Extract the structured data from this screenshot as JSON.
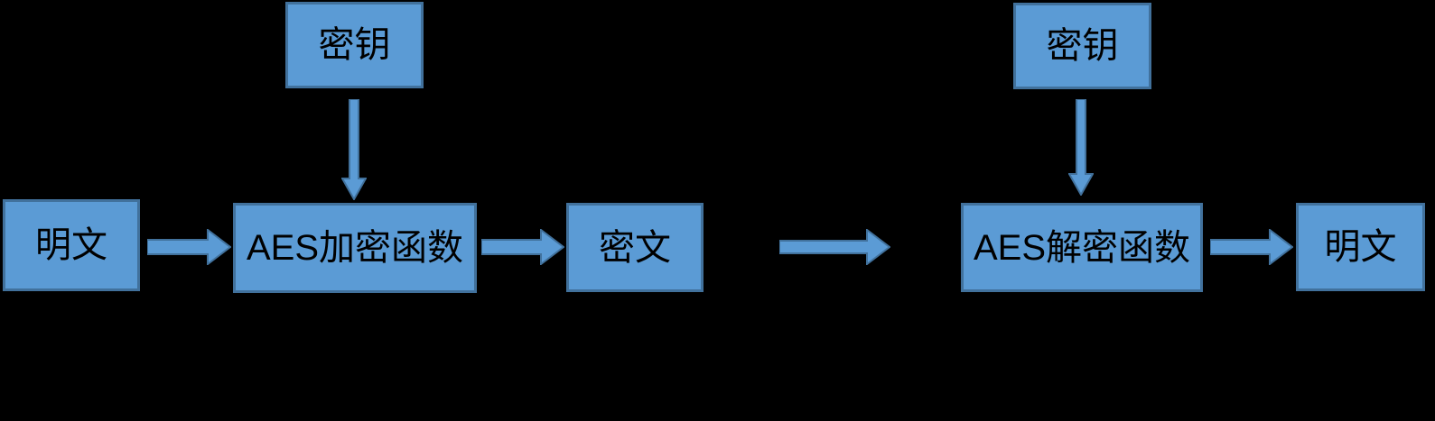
{
  "diagram": {
    "type": "flowchart",
    "description": "AES encryption and decryption data flow",
    "colors": {
      "background": "#000000",
      "node_fill": "#5B9BD5",
      "node_border": "#41719C",
      "arrow_fill": "#5B9BD5",
      "arrow_border": "#41719C",
      "text": "#000000"
    },
    "nodes": [
      {
        "id": "key-left",
        "label": "密钥"
      },
      {
        "id": "plaintext-left",
        "label": "明文"
      },
      {
        "id": "aes-encrypt",
        "label": "AES加密函数"
      },
      {
        "id": "ciphertext",
        "label": "密文"
      },
      {
        "id": "key-right",
        "label": "密钥"
      },
      {
        "id": "aes-decrypt",
        "label": "AES解密函数"
      },
      {
        "id": "plaintext-right",
        "label": "明文"
      }
    ],
    "edges": [
      {
        "from": "key-left",
        "to": "aes-encrypt",
        "direction": "down"
      },
      {
        "from": "plaintext-left",
        "to": "aes-encrypt",
        "direction": "right"
      },
      {
        "from": "aes-encrypt",
        "to": "ciphertext",
        "direction": "right"
      },
      {
        "from": "ciphertext",
        "to": "aes-decrypt",
        "direction": "right"
      },
      {
        "from": "key-right",
        "to": "aes-decrypt",
        "direction": "down"
      },
      {
        "from": "aes-decrypt",
        "to": "plaintext-right",
        "direction": "right"
      }
    ]
  }
}
